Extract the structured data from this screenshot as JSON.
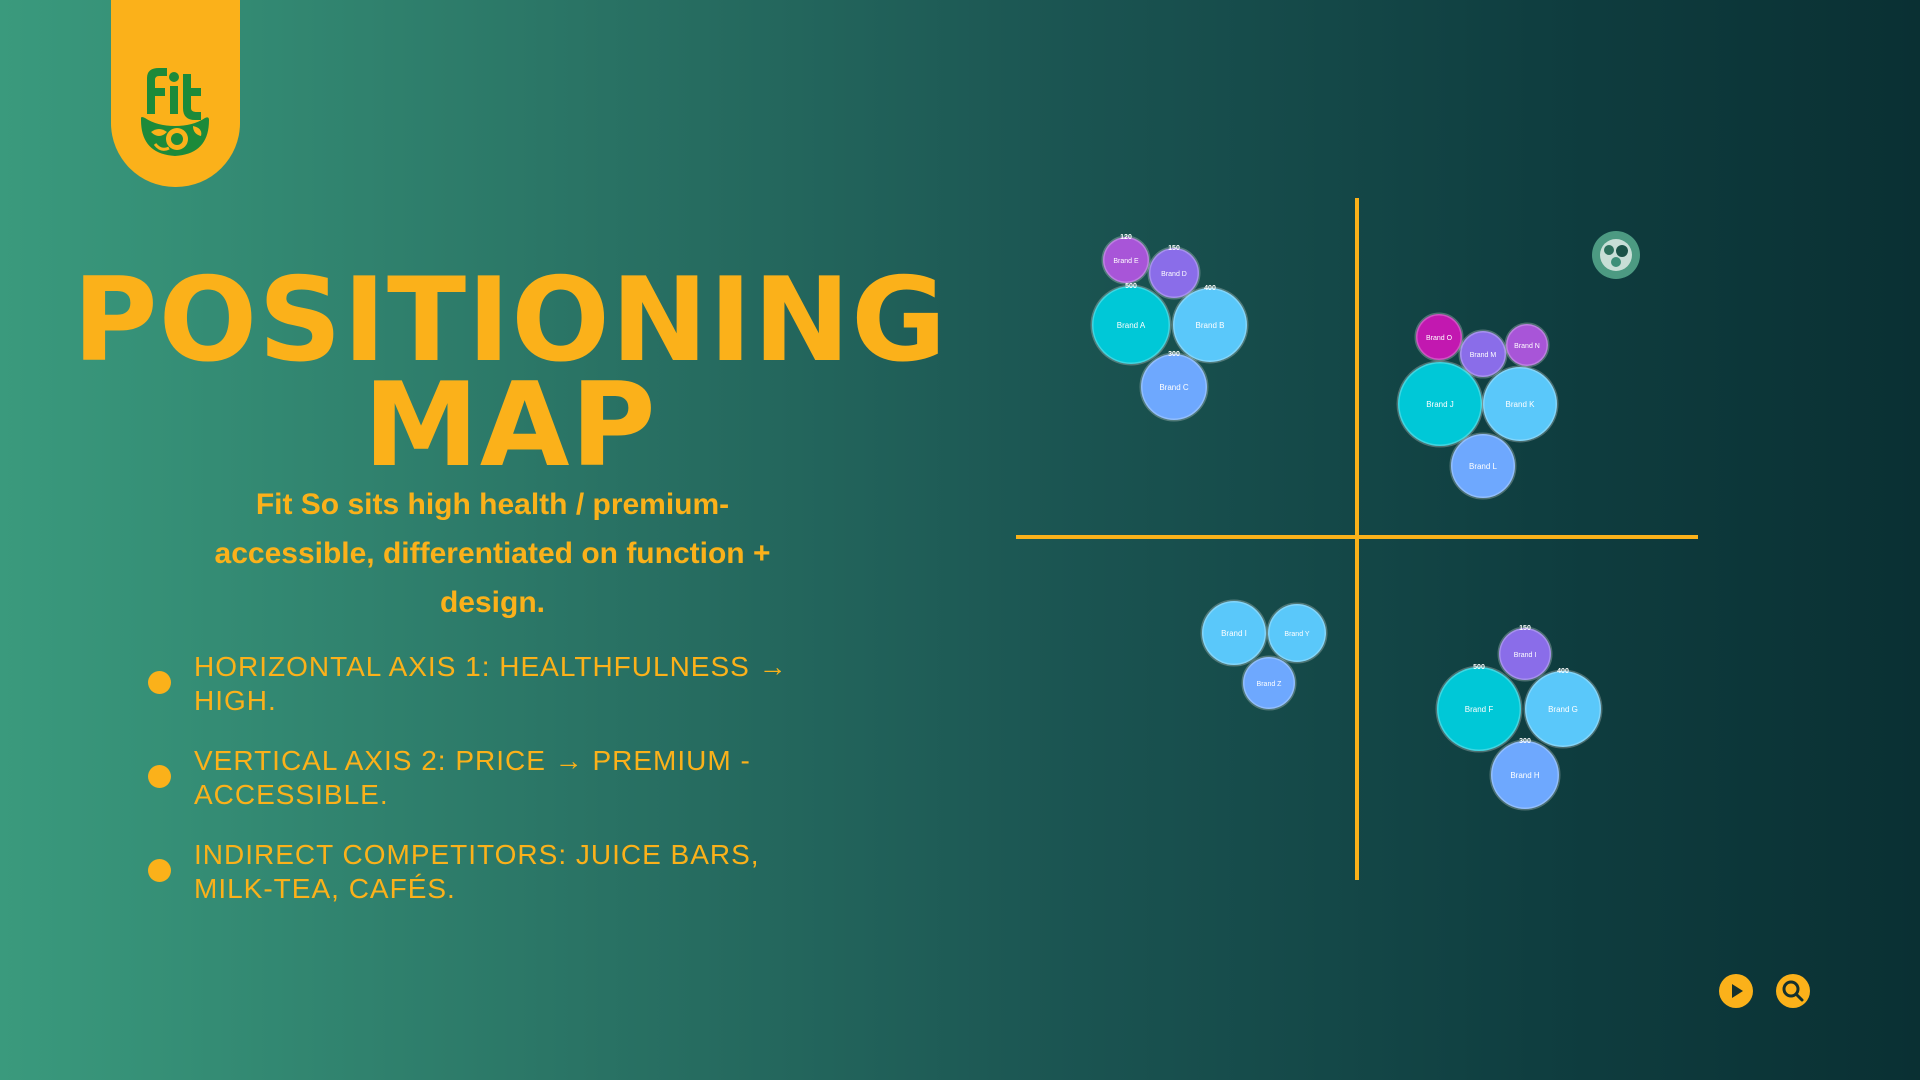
{
  "logo": {
    "brand_text": "fit so"
  },
  "title": {
    "line1": "POSITIONING",
    "line2": "MAP"
  },
  "subtitle": "Fit So sits high health / premium-accessible, differentiated on function + design.",
  "bullets": [
    {
      "text": "HORIZONTAL AXIS 1: HEALTHFULNESS → HIGH."
    },
    {
      "text": "VERTICAL AXIS 2: PRICE → PREMIUM -ACCESSIBLE."
    },
    {
      "text": "INDIRECT COMPETITORS: JUICE BARS, MILK-TEA, CAFÉS."
    }
  ],
  "colors": {
    "accent": "#fbb11a",
    "bg_left": "#3a9a7d",
    "bg_right": "#0a3033",
    "cyan": "#00c8d7",
    "sky": "#5ac8fa",
    "blue": "#6ea8fe",
    "violet": "#8a6de9",
    "purple": "#a855d8",
    "magenta": "#c218b0"
  },
  "chart_data": {
    "type": "scatter",
    "title": "",
    "xlabel": "",
    "ylabel": "",
    "quadrants": [
      {
        "position": "top-left",
        "bubbles": [
          {
            "label": "Brand A",
            "value": 500,
            "color": "#00c8d7"
          },
          {
            "label": "Brand B",
            "value": 400,
            "color": "#5ac8fa"
          },
          {
            "label": "Brand C",
            "value": 300,
            "color": "#6ea8fe"
          },
          {
            "label": "Brand D",
            "value": 150,
            "color": "#8a6de9"
          },
          {
            "label": "Brand E",
            "value": 120,
            "color": "#a855d8"
          }
        ]
      },
      {
        "position": "top-right",
        "bubbles": [
          {
            "label": "Brand J",
            "color": "#00c8d7"
          },
          {
            "label": "Brand K",
            "color": "#5ac8fa"
          },
          {
            "label": "Brand L",
            "color": "#6ea8fe"
          },
          {
            "label": "Brand M",
            "color": "#8a6de9"
          },
          {
            "label": "Brand N",
            "color": "#a855d8"
          },
          {
            "label": "Brand O",
            "color": "#c218b0"
          }
        ]
      },
      {
        "position": "bottom-left",
        "bubbles": [
          {
            "label": "Brand I",
            "color": "#5ac8fa"
          },
          {
            "label": "Brand Y",
            "color": "#5ac8fa"
          },
          {
            "label": "Brand Z",
            "color": "#6ea8fe"
          }
        ]
      },
      {
        "position": "bottom-right",
        "bubbles": [
          {
            "label": "Brand F",
            "value": 500,
            "color": "#00c8d7"
          },
          {
            "label": "Brand G",
            "value": 400,
            "color": "#5ac8fa"
          },
          {
            "label": "Brand H",
            "value": 300,
            "color": "#6ea8fe"
          },
          {
            "label": "Brand I",
            "value": 150,
            "color": "#8a6de9"
          }
        ]
      }
    ]
  },
  "controls": {
    "play_icon": "play-icon",
    "search_icon": "search-icon"
  }
}
